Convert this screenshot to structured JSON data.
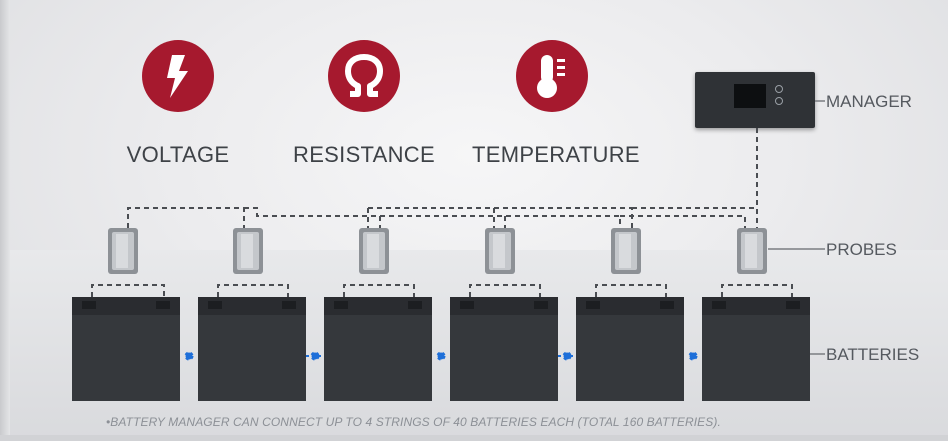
{
  "parameters": [
    {
      "label": "VOLTAGE",
      "icon": "lightning-bolt-icon"
    },
    {
      "label": "RESISTANCE",
      "icon": "omega-icon"
    },
    {
      "label": "TEMPERATURE",
      "icon": "thermometer-icon"
    }
  ],
  "labels": {
    "manager": "MANAGER",
    "probes": "PROBES",
    "batteries": "BATTERIES"
  },
  "footnote": "•BATTERY MANAGER CAN CONNECT UP TO 4 STRINGS OF 40 BATTERIES EACH (TOTAL 160 BATTERIES).",
  "colors": {
    "accent_red": "#a6192e",
    "battery": "#35383c",
    "probe": "#b9bcc0",
    "link_dot": "#1e6fd9",
    "dashed_line": "#4a4d52"
  }
}
